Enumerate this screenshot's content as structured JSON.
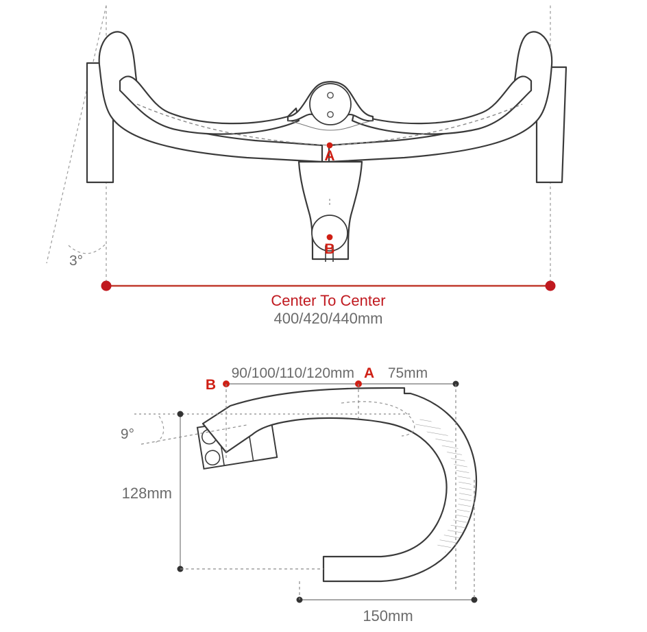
{
  "figure": {
    "title_alt": "Bicycle handlebar technical drawing",
    "colors": {
      "red": "#cf1f14",
      "red_line": "#c0392b",
      "outline": "#3a3a3a",
      "dim_gray": "#6b6b6b",
      "dashed_gray": "#8a8a8a",
      "hatch": "#9a9a9a"
    }
  },
  "top_view": {
    "name": "top-view",
    "angle_label": "3°",
    "marker_a": "A",
    "marker_b": "B",
    "dimension_title": "Center To Center",
    "dimension_value": "400/420/440mm"
  },
  "side_view": {
    "name": "side-view",
    "angle_label": "9°",
    "marker_a": "A",
    "marker_b": "B",
    "reach_options_label": "90/100/110/120mm",
    "stem_extension_label": "75mm",
    "drop_label": "128mm",
    "depth_label": "150mm"
  }
}
